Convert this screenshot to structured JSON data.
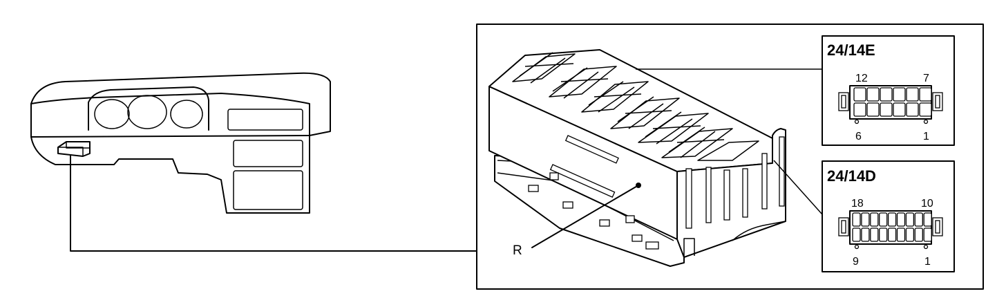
{
  "callout": {
    "label": "R"
  },
  "connectors": [
    {
      "id": "24/14E",
      "pins": {
        "top_left": "12",
        "top_right": "7",
        "bottom_left": "6",
        "bottom_right": "1"
      }
    },
    {
      "id": "24/14D",
      "pins": {
        "top_left": "18",
        "top_right": "10",
        "bottom_left": "9",
        "bottom_right": "1"
      }
    }
  ],
  "colors": {
    "line": "#000000",
    "background": "#ffffff"
  }
}
